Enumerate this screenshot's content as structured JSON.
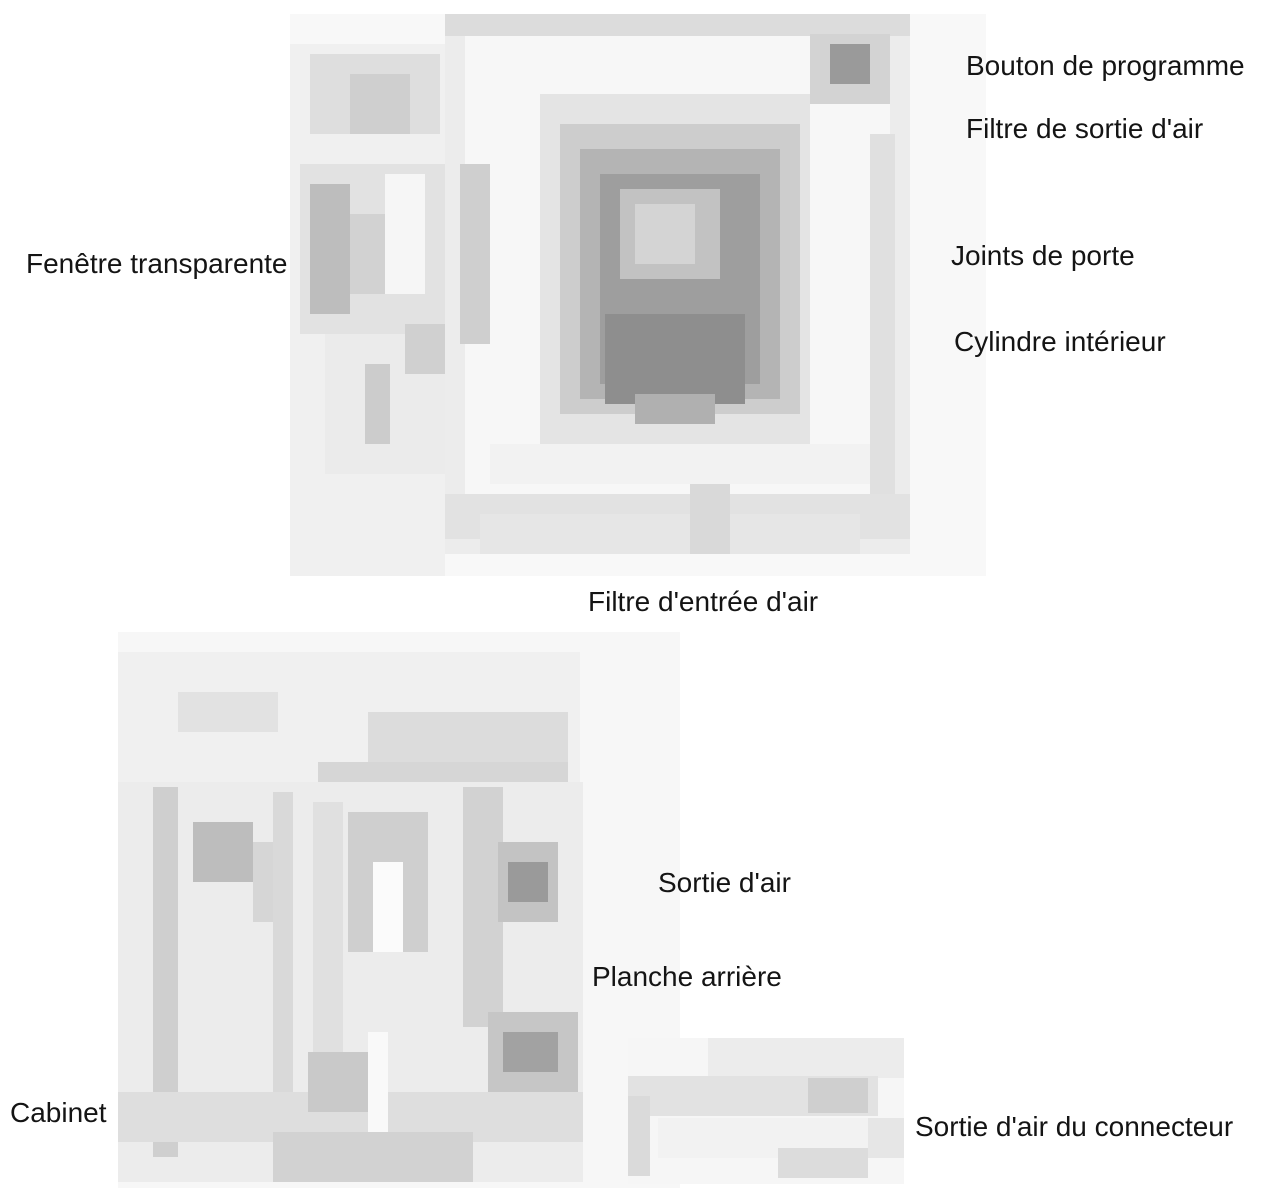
{
  "labels": {
    "program_button": "Bouton de programme",
    "air_outlet_filter": "Filtre de sortie d'air",
    "door_seals": "Joints de porte",
    "inner_drum": "Cylindre intérieur",
    "transparent_window": "Fenêtre transparente",
    "air_inlet_filter": "Filtre d'entrée d'air",
    "air_outlet": "Sortie d'air",
    "back_panel": "Planche arrière",
    "cabinet": "Cabinet",
    "connector_air_outlet": "Sortie d'air du connecteur"
  }
}
